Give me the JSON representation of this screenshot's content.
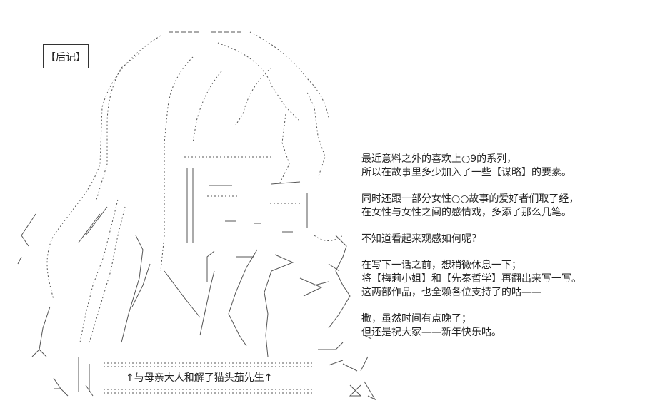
{
  "title": "【后记】",
  "notes": {
    "paragraphs": [
      [
        "最近意料之外的喜欢上○9的系列，",
        "所以在故事里多少加入了一些【谋略】的要素。"
      ],
      [
        "同时还跟一部分女性○○故事的爱好者们取了经，",
        "在女性与女性之间的感情戏，多添了那么几笔。"
      ],
      [
        "不知道看起来观感如何呢？"
      ],
      [
        "在写下一话之前，想稍微休息一下；",
        "将【梅莉小姐】和【先秦哲学】再翻出来写一写。",
        "这两部作品，也全赖各位支持了的咕——"
      ],
      [
        "撒，虽然时间有点晚了；",
        "但还是祝大家——新年快乐咕。"
      ]
    ]
  },
  "caption": "↑与母亲大人和解了猫头茄先生↑",
  "art": {
    "icon": "ascii-art-figure-hugging"
  }
}
